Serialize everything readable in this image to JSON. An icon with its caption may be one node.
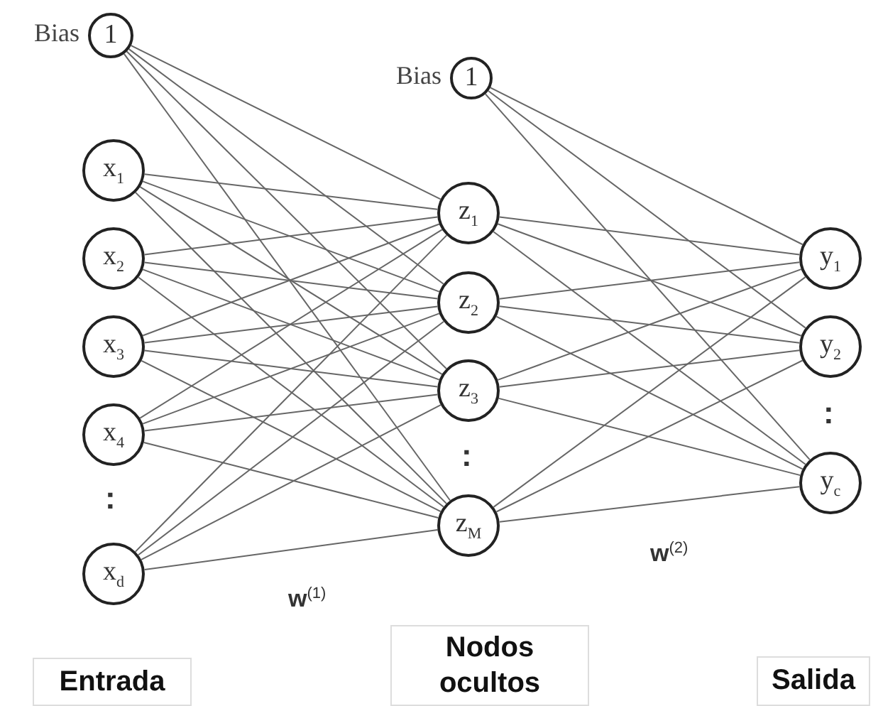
{
  "diagram": {
    "nodes": [
      {
        "text": [
          "1"
        ],
        "beside": [
          "Bias"
        ]
      },
      {
        "text": [
          "x$_{1}$"
        ]
      },
      {
        "text": [
          "x$_{2}$"
        ]
      },
      {
        "text": [
          "x$_{3}$"
        ]
      },
      {
        "text": [
          "x$_{4}$"
        ]
      },
      {
        "text": [
          "x$_{d}$"
        ]
      },
      {
        "text": [
          "1"
        ],
        "beside": [
          "Bias"
        ]
      },
      {
        "text": [
          "z$_{1}$"
        ]
      },
      {
        "text": [
          "z$_{2}$"
        ]
      },
      {
        "text": [
          "z$_{3}$"
        ]
      },
      {
        "text": [
          "z$_{M}$"
        ]
      },
      {
        "text": [
          "y$_{1}$"
        ]
      },
      {
        "text": [
          "y$_{2}$"
        ]
      },
      {
        "text": [
          "y$_{c}$"
        ]
      },
      {
        "text": [
          "Entrada"
        ]
      },
      {
        "text": [
          "Nodos ocultos"
        ]
      },
      {
        "text": [
          "Salida"
        ]
      }
    ],
    "edges": [
      {
        "from": 0,
        "to": 7,
        "arrow": "none"
      },
      {
        "from": 0,
        "to": 8,
        "arrow": "none"
      },
      {
        "from": 0,
        "to": 9,
        "arrow": "none"
      },
      {
        "from": 0,
        "to": 10,
        "arrow": "none"
      },
      {
        "from": 1,
        "to": 7,
        "arrow": "none"
      },
      {
        "from": 1,
        "to": 8,
        "arrow": "none"
      },
      {
        "from": 1,
        "to": 9,
        "arrow": "none"
      },
      {
        "from": 1,
        "to": 10,
        "arrow": "none"
      },
      {
        "from": 2,
        "to": 7,
        "arrow": "none"
      },
      {
        "from": 2,
        "to": 8,
        "arrow": "none"
      },
      {
        "from": 2,
        "to": 9,
        "arrow": "none"
      },
      {
        "from": 2,
        "to": 10,
        "arrow": "none"
      },
      {
        "from": 3,
        "to": 7,
        "arrow": "none"
      },
      {
        "from": 3,
        "to": 8,
        "arrow": "none"
      },
      {
        "from": 3,
        "to": 9,
        "arrow": "none"
      },
      {
        "from": 3,
        "to": 10,
        "arrow": "none"
      },
      {
        "from": 4,
        "to": 7,
        "arrow": "none"
      },
      {
        "from": 4,
        "to": 8,
        "arrow": "none"
      },
      {
        "from": 4,
        "to": 9,
        "arrow": "none"
      },
      {
        "from": 4,
        "to": 10,
        "arrow": "none"
      },
      {
        "from": 5,
        "to": 7,
        "arrow": "none"
      },
      {
        "from": 5,
        "to": 8,
        "arrow": "none"
      },
      {
        "from": 5,
        "to": 9,
        "arrow": "none"
      },
      {
        "from": 5,
        "to": 10,
        "arrow": "none"
      },
      {
        "from": 6,
        "to": 11,
        "arrow": "none"
      },
      {
        "from": 6,
        "to": 12,
        "arrow": "none"
      },
      {
        "from": 6,
        "to": 13,
        "arrow": "none"
      },
      {
        "from": 7,
        "to": 11,
        "arrow": "none"
      },
      {
        "from": 7,
        "to": 12,
        "arrow": "none"
      },
      {
        "from": 7,
        "to": 13,
        "arrow": "none"
      },
      {
        "from": 8,
        "to": 11,
        "arrow": "none"
      },
      {
        "from": 8,
        "to": 12,
        "arrow": "none"
      },
      {
        "from": 8,
        "to": 13,
        "arrow": "none"
      },
      {
        "from": 9,
        "to": 11,
        "arrow": "none"
      },
      {
        "from": 9,
        "to": 12,
        "arrow": "none"
      },
      {
        "from": 9,
        "to": 13,
        "arrow": "none"
      },
      {
        "from": 10,
        "to": 11,
        "arrow": "none"
      },
      {
        "from": 10,
        "to": 12,
        "arrow": "none"
      },
      {
        "from": 10,
        "to": 13,
        "arrow": "none"
      }
    ],
    "labels": [
      ":",
      ":",
      ":",
      "**w**$^{(1)}$",
      "**w**$^{(2)}$"
    ]
  }
}
